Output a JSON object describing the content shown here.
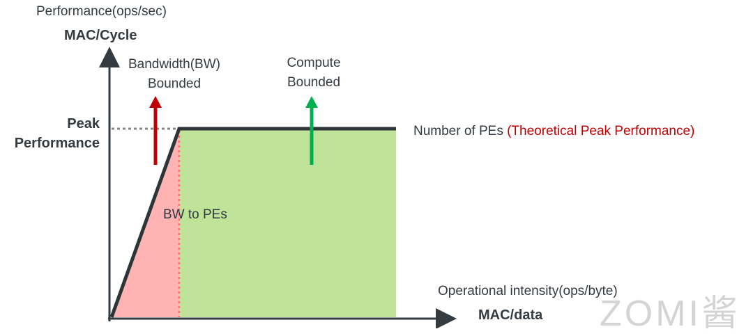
{
  "y_axis": {
    "label": "Performance(ops/sec)",
    "unit": "MAC/Cycle"
  },
  "x_axis": {
    "label": "Operational intensity(ops/byte)",
    "unit": "MAC/data"
  },
  "peak_label": {
    "line1": "Peak",
    "line2": "Performance"
  },
  "bw_bounded": {
    "line1": "Bandwidth(BW)",
    "line2": "Bounded"
  },
  "compute_bounded": {
    "line1": "Compute",
    "line2": "Bounded"
  },
  "roof_label": {
    "main": "Number of PEs",
    "note": "(Theoretical Peak Performance)"
  },
  "slope_label": "BW to PEs",
  "watermark": "ZOMI酱",
  "colors": {
    "bw_region": "#ffb3b3",
    "compute_region": "#bfe398",
    "roof": "#2e3538",
    "bw_arrow": "#c00000",
    "compute_arrow": "#00b050",
    "note": "#c00000"
  }
}
